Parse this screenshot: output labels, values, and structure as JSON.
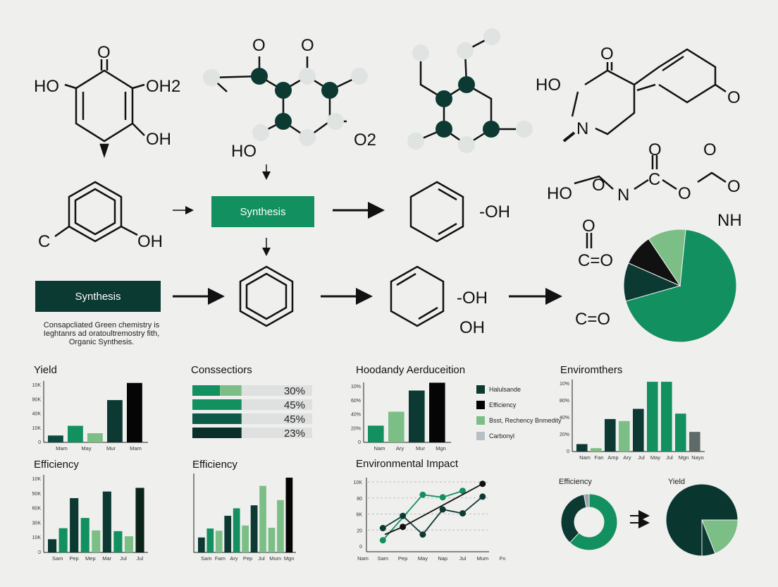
{
  "flow": {
    "synthesis_box_1": "Synthesis",
    "synthesis_box_2": "Synthesis",
    "caption": "Consapcliated Green chemistry is Ieghtanrs ad oratoultremostry fith, Organic Synthesis.",
    "colors": {
      "brand_green": "#13905f",
      "dark_green": "#0c3a33",
      "light_green": "#7bbf86",
      "gray": "#9aa5ac"
    }
  },
  "molecule_labels": {
    "m1": [
      "O",
      "HO",
      "OH2",
      "OH"
    ],
    "m2": [
      "O",
      "O",
      "HO",
      "O2"
    ],
    "m4": [
      "O",
      "HO",
      "N",
      "O"
    ],
    "m5": [
      "O",
      "O",
      "HO",
      "O",
      "N",
      "C",
      "O",
      "O",
      "NH"
    ],
    "m6": [
      "C",
      "OH"
    ],
    "m7": [
      "-OH"
    ],
    "m8": [
      "-OH",
      "OH"
    ],
    "m9": [
      "O",
      "C=O",
      "C=O"
    ]
  },
  "chart_data": [
    {
      "id": "yield",
      "type": "bar",
      "title": "Yield",
      "ylim": [
        0,
        100
      ],
      "yticks": [
        "0",
        "10K",
        "40K",
        "90K",
        "10K"
      ],
      "categories": [
        "Mam",
        "May",
        "Mur",
        "Mam"
      ],
      "values": [
        12,
        29,
        16,
        74,
        104
      ],
      "colors": [
        "#0c4a3e",
        "#13905f",
        "#7bbf86",
        "#0c3a33",
        "#050505"
      ]
    },
    {
      "id": "connections",
      "type": "bar",
      "title": "Conssectiors",
      "orientation": "horizontal",
      "rows": [
        {
          "label": "30%",
          "fill": 0.41,
          "segments": [
            0.23,
            0.18
          ],
          "colors": [
            "#13905f",
            "#7bbf86"
          ]
        },
        {
          "label": "45%",
          "fill": 0.41,
          "segments": [
            0.41
          ],
          "colors": [
            "#13905f"
          ]
        },
        {
          "label": "45%",
          "fill": 0.41,
          "segments": [
            0.41
          ],
          "colors": [
            "#0e5a48"
          ]
        },
        {
          "label": "23%",
          "fill": 0.41,
          "segments": [
            0.41
          ],
          "colors": [
            "#0a2e2a"
          ]
        }
      ]
    },
    {
      "id": "hoodandy",
      "type": "bar",
      "title": "Hoodandy Aerduceition",
      "ylim": [
        0,
        100
      ],
      "yticks": [
        "0",
        "20%",
        "40%",
        "60%",
        "10%"
      ],
      "categories": [
        "Nam",
        "Ary",
        "Mur",
        "Mgn"
      ],
      "values": [
        30,
        55,
        93,
        107
      ],
      "colors": [
        "#13905f",
        "#7bbf86",
        "#0c3a33",
        "#050505"
      ],
      "legend": [
        {
          "label": "Halulsande",
          "color": "#0c3a33"
        },
        {
          "label": "Efficiency",
          "color": "#050505"
        },
        {
          "label": "Bsst, Rechency Bnmedity",
          "color": "#7bbf86"
        },
        {
          "label": "Carbonyl",
          "color": "#b8bfc4"
        }
      ]
    },
    {
      "id": "enviromthers",
      "type": "bar",
      "title": "Enviromthers",
      "ylim": [
        0,
        100
      ],
      "yticks": [
        "0",
        "20%",
        "40%",
        "80%",
        "10%"
      ],
      "categories": [
        "Nam",
        "Fan",
        "Amp",
        "Ary",
        "Jul",
        "May",
        "Jul",
        "Mgn",
        "Nayo"
      ],
      "values": [
        11,
        5,
        48,
        45,
        63,
        103,
        103,
        56,
        29
      ],
      "colors": [
        "#0c3a33",
        "#7bbf86",
        "#0c3a33",
        "#7bbf86",
        "#0c3a33",
        "#13905f",
        "#13905f",
        "#13905f",
        "#5f6b69"
      ]
    },
    {
      "id": "efficiency1",
      "type": "bar",
      "title": "Efficiency",
      "ylim": [
        0,
        100
      ],
      "yticks": [
        "0",
        "10K",
        "30K",
        "60K",
        "50K",
        "10K"
      ],
      "categories": [
        "Sam",
        "Pep",
        "Mep",
        "Mar",
        "Jul",
        "Jul"
      ],
      "values": [
        18,
        33,
        74,
        47,
        30,
        83,
        29,
        22,
        88
      ],
      "colors": [
        "#0c3a33",
        "#13905f",
        "#0c3a33",
        "#13905f",
        "#7bbf86",
        "#0c3a33",
        "#13905f",
        "#7bbf86",
        "#0b2419"
      ]
    },
    {
      "id": "efficiency2",
      "type": "bar",
      "title": "Efficiency",
      "ylim": [
        0,
        100
      ],
      "categories": [
        "Sam",
        "Fam",
        "Ary",
        "Pep",
        "Jul",
        "Mum",
        "Mgn"
      ],
      "values": [
        20,
        32,
        29,
        49,
        59,
        36,
        63,
        89,
        33,
        70,
        100
      ],
      "colors": [
        "#0c3a33",
        "#13905f",
        "#7bbf86",
        "#0c3a33",
        "#13905f",
        "#7bbf86",
        "#0c3a33",
        "#7bbf86",
        "#7bbf86",
        "#7bbf86",
        "#050505"
      ]
    },
    {
      "id": "environmental_impact",
      "type": "line",
      "title": "Environmental Impact",
      "ylim": [
        0,
        100
      ],
      "yticks": [
        "0",
        "20",
        "6K",
        "80",
        "10K"
      ],
      "categories": [
        "Nam",
        "Sam",
        "Pep",
        "May",
        "Nap",
        "Jul",
        "Mum",
        "Fn"
      ],
      "series": [
        {
          "color": "#13905f",
          "points": [
            [
              1,
              9
            ],
            [
              3,
              80
            ],
            [
              4,
              76
            ],
            [
              5,
              86
            ]
          ]
        },
        {
          "color": "#0c3a33",
          "points": [
            [
              1,
              28
            ],
            [
              2,
              47
            ],
            [
              3,
              18
            ],
            [
              4,
              57
            ],
            [
              5,
              51
            ],
            [
              6,
              77
            ]
          ]
        },
        {
          "color": "#111111",
          "points": [
            [
              1.1,
              18
            ],
            [
              2,
              30
            ],
            [
              6,
              97
            ]
          ]
        }
      ]
    },
    {
      "id": "efficiency_donut",
      "type": "pie",
      "title": "Efficiency",
      "donut": true,
      "values": [
        62,
        35,
        3
      ],
      "colors": [
        "#13905f",
        "#0c3a33",
        "#9aa5ac"
      ]
    },
    {
      "id": "yield_pie",
      "type": "pie",
      "title": "Yield",
      "values": [
        75,
        19,
        6
      ],
      "colors": [
        "#0a3630",
        "#7bbf86",
        "#0c3a33"
      ]
    },
    {
      "id": "flow_pie",
      "type": "pie",
      "values": [
        69,
        11,
        9,
        11
      ],
      "colors": [
        "#13905f",
        "#0c3a33",
        "#111111",
        "#7bbf86"
      ]
    }
  ]
}
